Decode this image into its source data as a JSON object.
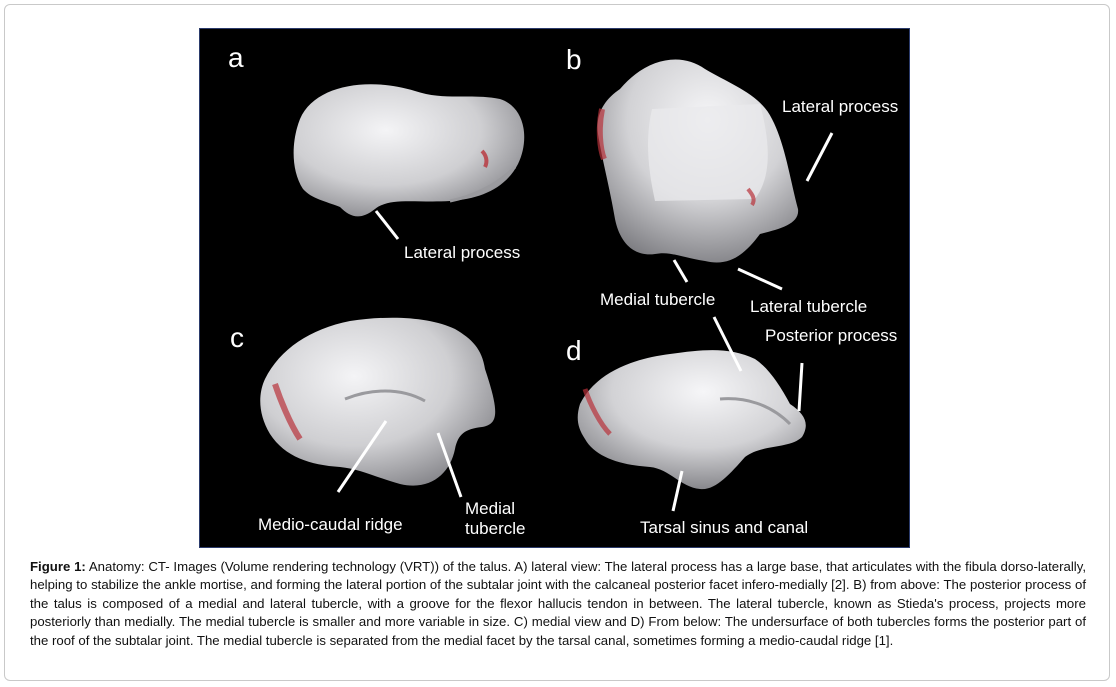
{
  "panels": {
    "a": {
      "letter": "a",
      "labels": [
        "Lateral process"
      ]
    },
    "b": {
      "letter": "b",
      "labels": [
        "Lateral process",
        "Medial tubercle",
        "Lateral tubercle"
      ]
    },
    "c": {
      "letter": "c",
      "labels": [
        "Medio-caudal ridge",
        "Medial",
        "tubercle"
      ]
    },
    "d": {
      "letter": "d",
      "labels": [
        "Posterior process",
        "Tarsal sinus and canal"
      ]
    }
  },
  "caption": {
    "label": "Figure 1:",
    "text": " Anatomy: CT- Images (Volume rendering technology (VRT)) of the talus. A) lateral view: The lateral process has a large base, that articulates with the fibula dorso-laterally, helping to stabilize the ankle mortise, and forming the lateral portion of the subtalar joint with the calcaneal posterior facet infero-medially [2]. B) from above: The posterior process of the talus is composed of a medial and lateral tubercle, with a groove for the flexor hallucis tendon in between. The lateral tubercle, known as Stieda's process, projects more posteriorly than medially. The medial tubercle is smaller and more variable in size. C) medial view and D) From below: The undersurface of both tubercles forms the posterior part of the roof of the subtalar joint. The medial tubercle is separated from the medial facet by the tarsal canal, sometimes forming a medio-caudal ridge [1]."
  },
  "colors": {
    "background": "#000000",
    "bone": "#d9d9db",
    "highlight": "#b8323a",
    "text": "#ffffff"
  }
}
